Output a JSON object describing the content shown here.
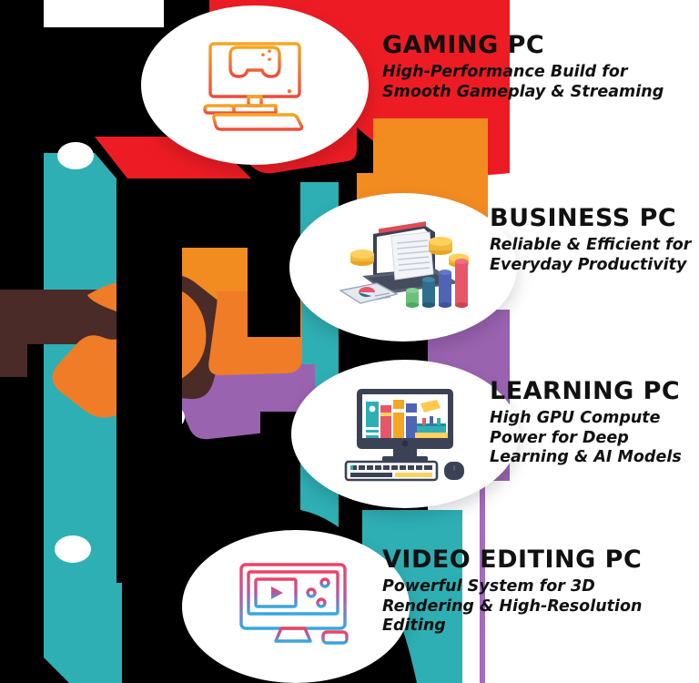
{
  "poster": {
    "background": "#ffffff",
    "palette": {
      "red": "#ED1C24",
      "orange": "#F28B20",
      "purple": "#9A63B0",
      "teal": "#2EAFB4",
      "black": "#000000",
      "white": "#ffffff",
      "brown": "#4A2B27",
      "text": "#111111",
      "thin_rule_purple": "#A569BD"
    }
  },
  "entries": [
    {
      "id": "gaming",
      "title": "GAMING PC",
      "description": "High-Performance Build for Smooth Gameplay & Streaming",
      "icon": "gaming-pc-icon",
      "icon_style": "line-art monitor with gamepad and keyboard",
      "accent": "#F05A28",
      "band_color": "#ED1C24"
    },
    {
      "id": "business",
      "title": "BUSINESS PC",
      "description": "Reliable & Efficient for Everyday Productivity",
      "icon": "business-pc-icon",
      "icon_style": "isometric laptop with invoice, coins and bar chart",
      "accent": "#3B4256",
      "band_color": "#F28B20"
    },
    {
      "id": "learning",
      "title": "LEARNING PC",
      "description": "High GPU Compute Power for Deep Learning & AI Models",
      "icon": "learning-pc-icon",
      "icon_style": "flat desktop monitor with books, keyboard and mouse",
      "accent": "#3B4256",
      "band_color": "#9A63B0"
    },
    {
      "id": "video-editing",
      "title": "VIDEO EDITING PC",
      "description": "Powerful System for 3D Rendering & High-Resolution Editing",
      "icon": "video-editing-pc-icon",
      "icon_style": "line-art monitor with film strip and sliders",
      "accent": "#E8547C",
      "band_color": "#2EAFB4"
    }
  ]
}
